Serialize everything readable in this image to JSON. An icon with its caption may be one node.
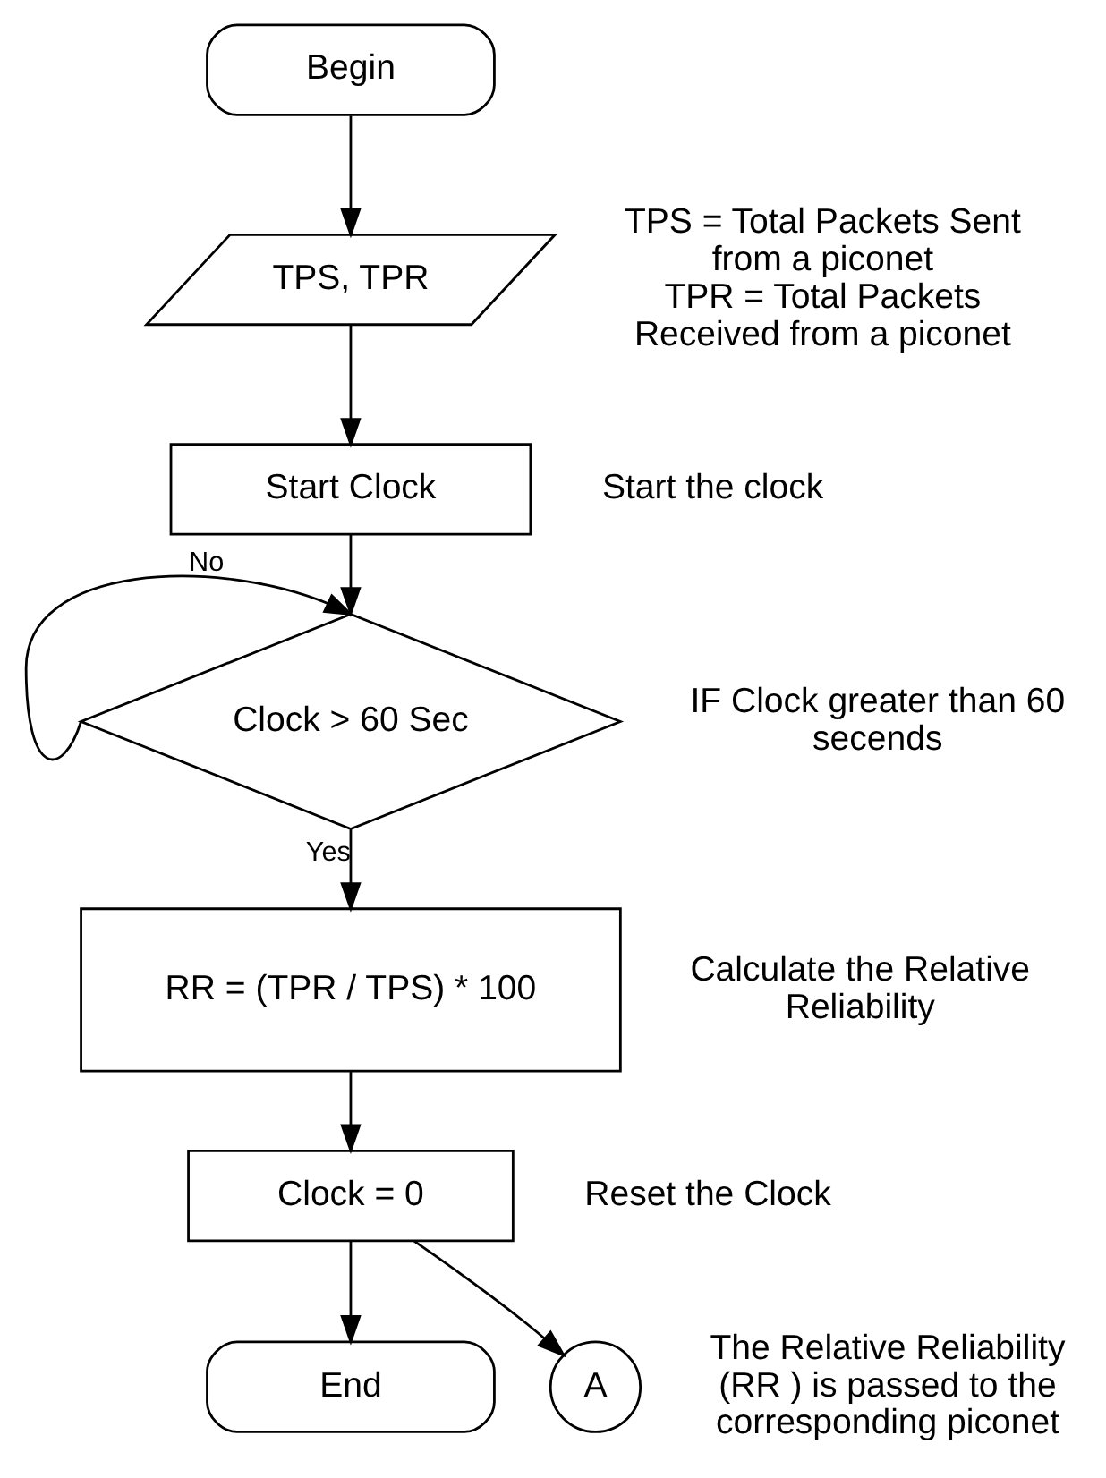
{
  "diagram": {
    "nodes": [
      {
        "text": [
          "Begin"
        ]
      },
      {
        "text": [
          "TPS, TPR"
        ],
        "beside": [
          "TPS = Total Packets Sent from a piconet",
          "TPR = Total Packets Received from a piconet"
        ]
      },
      {
        "text": [
          "Start Clock"
        ],
        "beside": [
          "Start the clock"
        ]
      },
      {
        "text": [
          "Clock > 60 Sec"
        ],
        "beside": [
          "IF Clock greater than 60 secends"
        ]
      },
      {
        "text": [
          "RR = (TPR / TPS) * 100"
        ],
        "beside": [
          "Calculate the Relative Reliability"
        ]
      },
      {
        "text": [
          "Clock = 0"
        ],
        "beside": [
          "Reset the Clock"
        ]
      },
      {
        "text": [
          "A"
        ],
        "beside": [
          "The Relative Reliability (RR ) is passed to the corresponding piconet"
        ]
      },
      {
        "text": [
          "End"
        ]
      }
    ],
    "edges": [
      {
        "from": 0,
        "to": 1,
        "arrow": "to"
      },
      {
        "from": 1,
        "to": 2,
        "arrow": "to"
      },
      {
        "from": 2,
        "to": 3,
        "arrow": "to"
      },
      {
        "from": 3,
        "to": 3,
        "arrow": "to",
        "label": "No"
      },
      {
        "from": 3,
        "to": 4,
        "arrow": "to",
        "label": "Yes"
      },
      {
        "from": 4,
        "to": 5,
        "arrow": "to"
      },
      {
        "from": 5,
        "to": 6,
        "arrow": "to"
      },
      {
        "from": 5,
        "to": 7,
        "arrow": "to"
      }
    ]
  }
}
